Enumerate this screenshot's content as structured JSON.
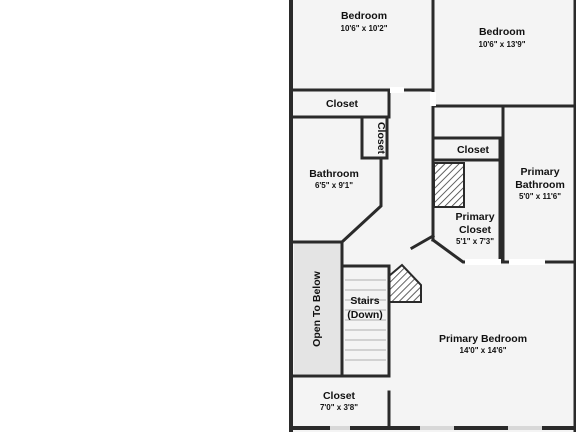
{
  "colors": {
    "wall": "#2a2a2a",
    "floor": "#f4f4f4",
    "background": "#ffffff",
    "hatch": "#3a3a3a",
    "open_area": "#e4e4e4"
  },
  "rooms": {
    "bedroom_left": {
      "name": "Bedroom",
      "dims": "10'6\" x 10'2\""
    },
    "bedroom_right": {
      "name": "Bedroom",
      "dims": "10'6\" x 13'9\""
    },
    "closet_upper_left": {
      "name": "Closet"
    },
    "closet_vertical": {
      "name": "Closet"
    },
    "closet_center": {
      "name": "Closet"
    },
    "bathroom": {
      "name": "Bathroom",
      "dims": "6'5\" x 9'1\""
    },
    "primary_bathroom": {
      "name_line1": "Primary",
      "name_line2": "Bathroom",
      "dims": "5'0\" x 11'6\""
    },
    "primary_closet": {
      "name_line1": "Primary",
      "name_line2": "Closet",
      "dims": "5'1\" x 7'3\""
    },
    "open_to_below": {
      "name": "Open To Below"
    },
    "stairs": {
      "name_line1": "Stairs",
      "name_line2": "(Down)"
    },
    "primary_bedroom": {
      "name": "Primary Bedroom",
      "dims": "14'0\" x 14'6\""
    },
    "closet_bottom": {
      "name": "Closet",
      "dims": "7'0\" x 3'8\""
    }
  }
}
